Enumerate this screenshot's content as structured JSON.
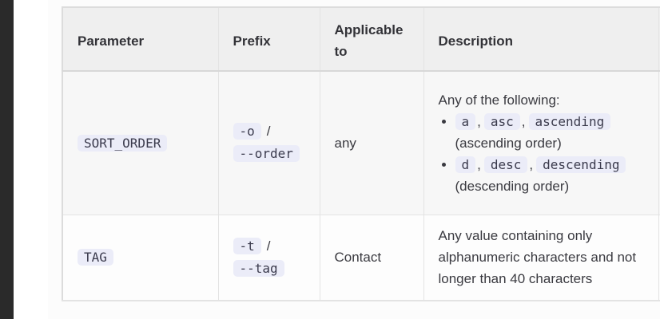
{
  "colors": {
    "edge_bar": "#2a2a2a",
    "content_background": "#fcfcfc",
    "header_background": "#efefef",
    "row_odd_background": "#f7f7f7",
    "row_even_background": "#fdfdfd",
    "chip_background": "#ebecf8",
    "chip_text": "#3b3b4d",
    "body_text": "#3a3a40"
  },
  "punct": {
    "comma": ",",
    "slash": "/"
  },
  "table": {
    "header": {
      "parameter": "Parameter",
      "prefix": "Prefix",
      "applicable_to": "Applicable to",
      "description": "Description"
    },
    "rows": [
      {
        "parameter": "SORT_ORDER",
        "prefix_short": "-o",
        "prefix_long": "--order",
        "applicable_to": "any",
        "description_intro": "Any of the following:",
        "bullets": [
          {
            "codes": [
              "a",
              "asc",
              "ascending"
            ],
            "note": "(ascending order)"
          },
          {
            "codes": [
              "d",
              "desc",
              "descending"
            ],
            "note": "(descending order)"
          }
        ]
      },
      {
        "parameter": "TAG",
        "prefix_short": "-t",
        "prefix_long": "--tag",
        "applicable_to": "Contact",
        "description_text": "Any value containing only alphanumeric characters and not longer than 40 characters"
      }
    ]
  }
}
